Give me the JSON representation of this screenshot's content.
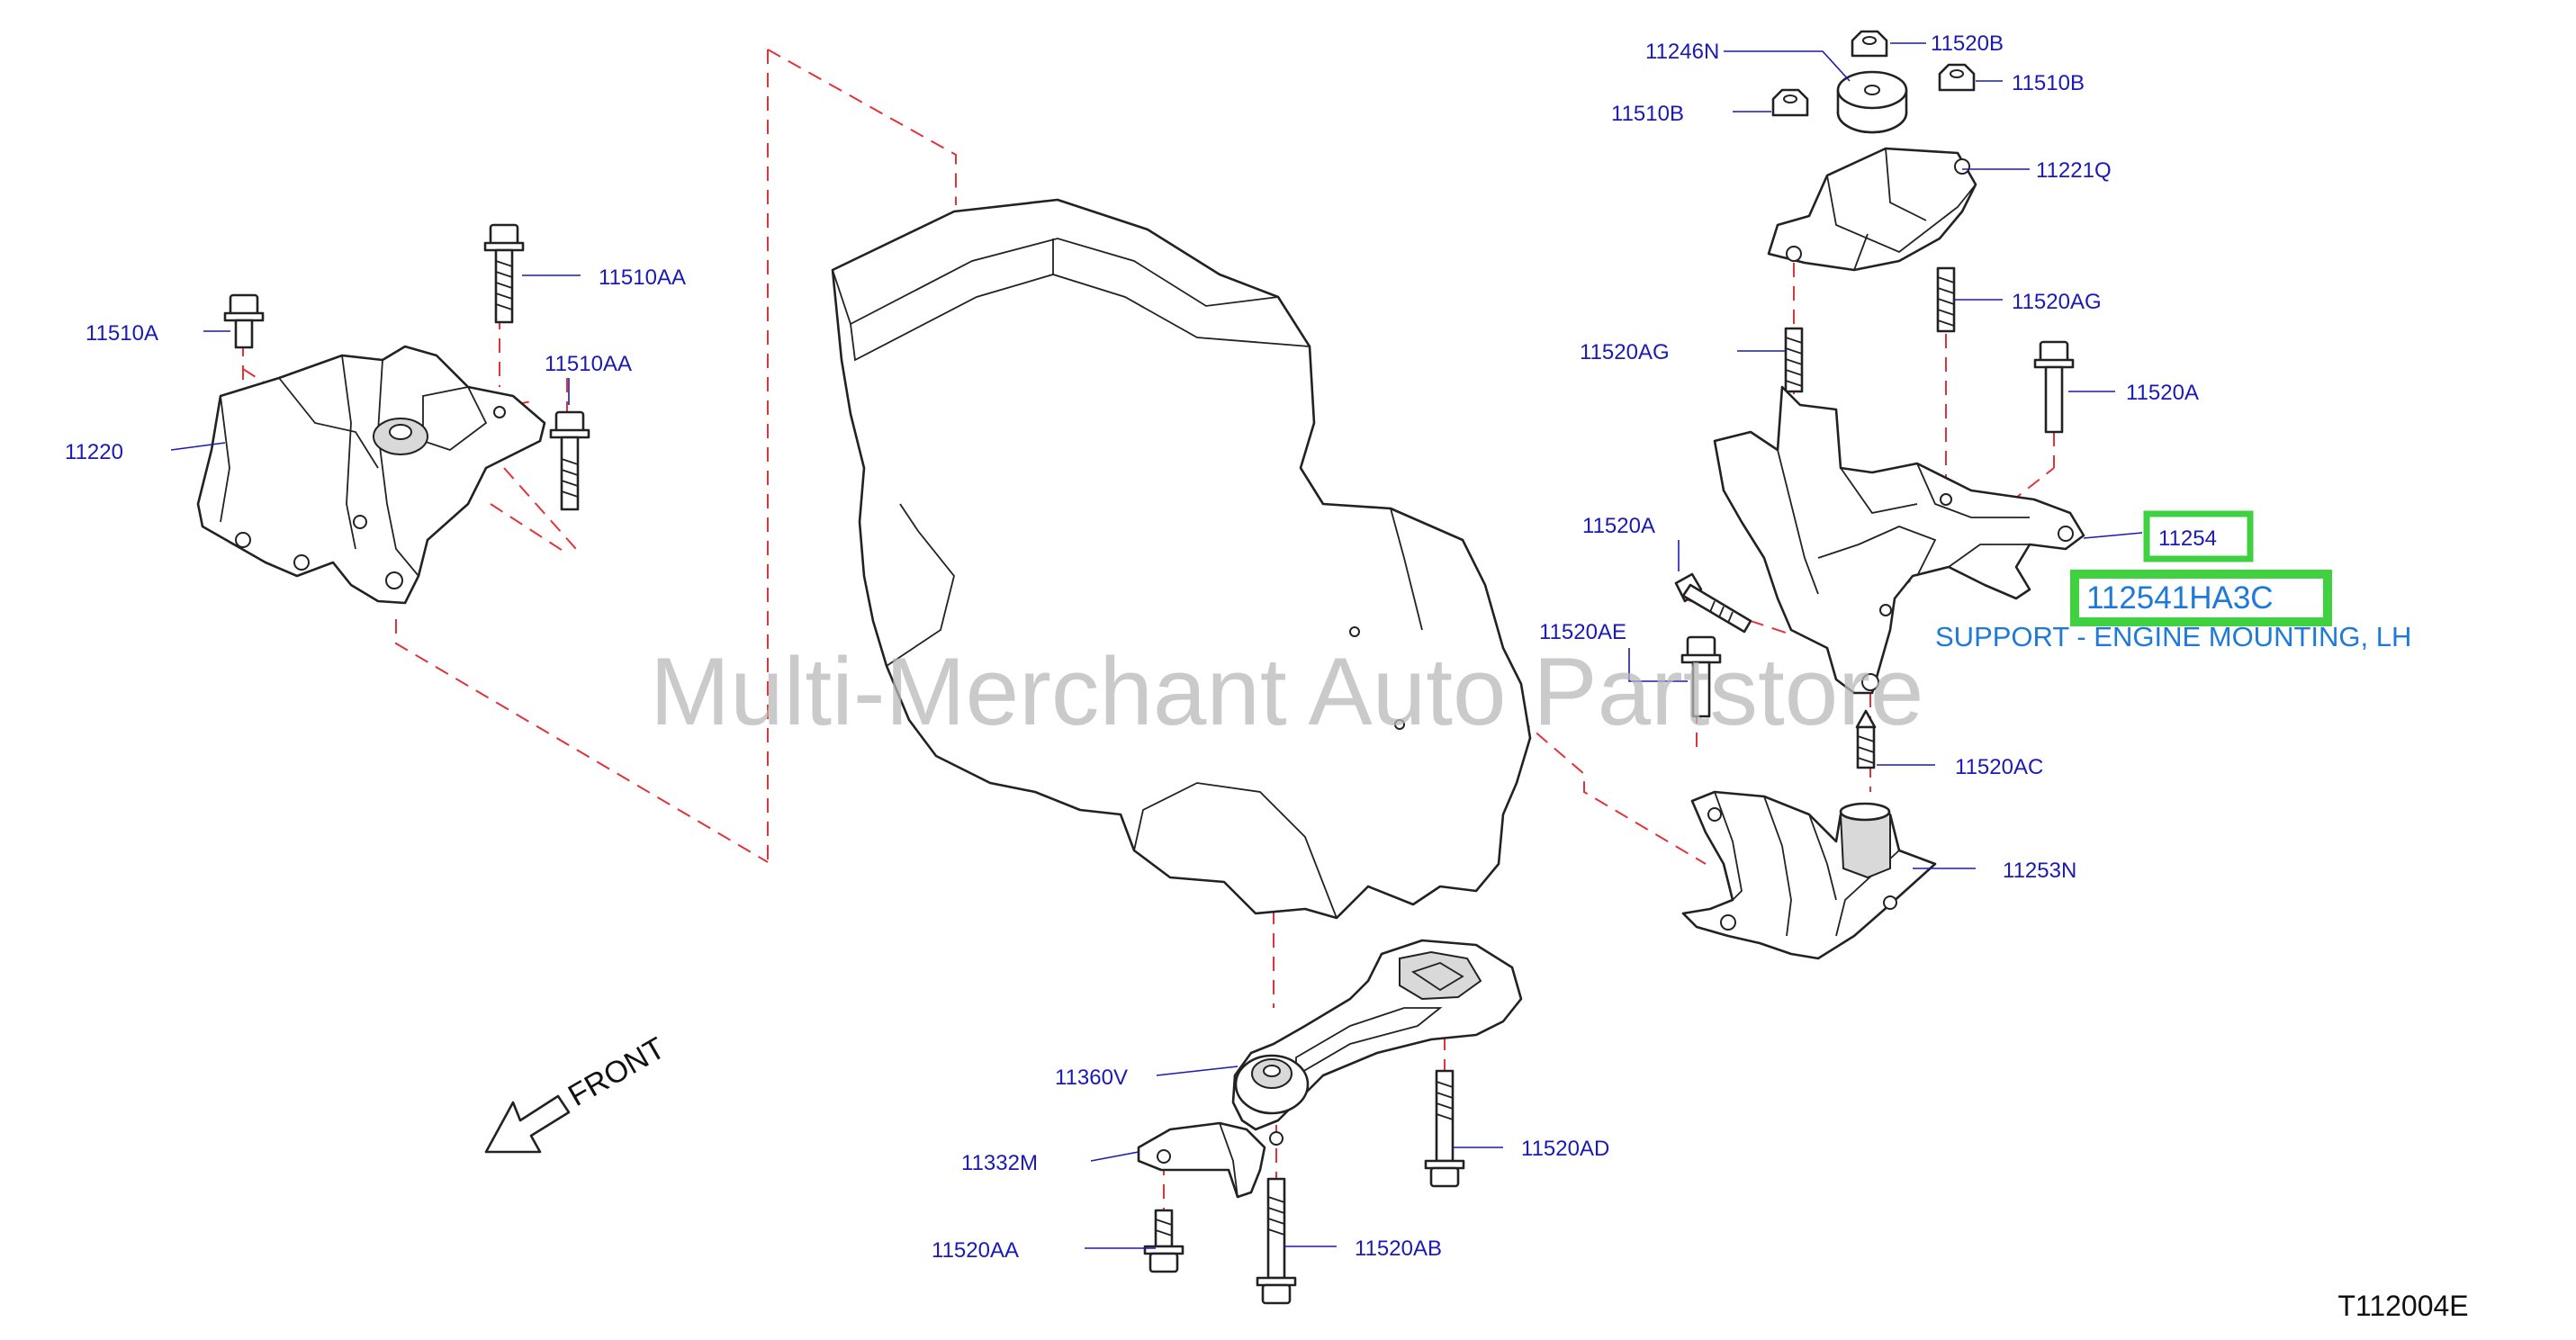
{
  "watermark": "Multi-Merchant Auto Partstore",
  "diagram_code": "T112004E",
  "front_label": "FRONT",
  "highlight": {
    "part_number": "11254",
    "oem_number": "112541HA3C",
    "description": "SUPPORT - ENGINE MOUNTING, LH"
  },
  "callouts": [
    {
      "id": "11246N",
      "text": "11246N"
    },
    {
      "id": "11520B",
      "text": "11520B"
    },
    {
      "id": "11510B_l",
      "text": "11510B"
    },
    {
      "id": "11510B_r",
      "text": "11510B"
    },
    {
      "id": "11221Q",
      "text": "11221Q"
    },
    {
      "id": "11520AG_l",
      "text": "11520AG"
    },
    {
      "id": "11520AG_r",
      "text": "11520AG"
    },
    {
      "id": "11520A_r",
      "text": "11520A"
    },
    {
      "id": "11520A_m",
      "text": "11520A"
    },
    {
      "id": "11520AE",
      "text": "11520AE"
    },
    {
      "id": "11520AC",
      "text": "11520AC"
    },
    {
      "id": "11253N",
      "text": "11253N"
    },
    {
      "id": "11510AA_t",
      "text": "11510AA"
    },
    {
      "id": "11510AA_m",
      "text": "11510AA"
    },
    {
      "id": "11510A",
      "text": "11510A"
    },
    {
      "id": "11220",
      "text": "11220"
    },
    {
      "id": "11360V",
      "text": "11360V"
    },
    {
      "id": "11332M",
      "text": "11332M"
    },
    {
      "id": "11520AD",
      "text": "11520AD"
    },
    {
      "id": "11520AA",
      "text": "11520AA"
    },
    {
      "id": "11520AB",
      "text": "11520AB"
    }
  ],
  "colors": {
    "label_blue": "#1a1ab4",
    "highlight_green": "#3fd13f",
    "description_blue": "#1e7ad8",
    "dash_red": "#e0333a",
    "watermark_gray": "#c4c4c4"
  }
}
